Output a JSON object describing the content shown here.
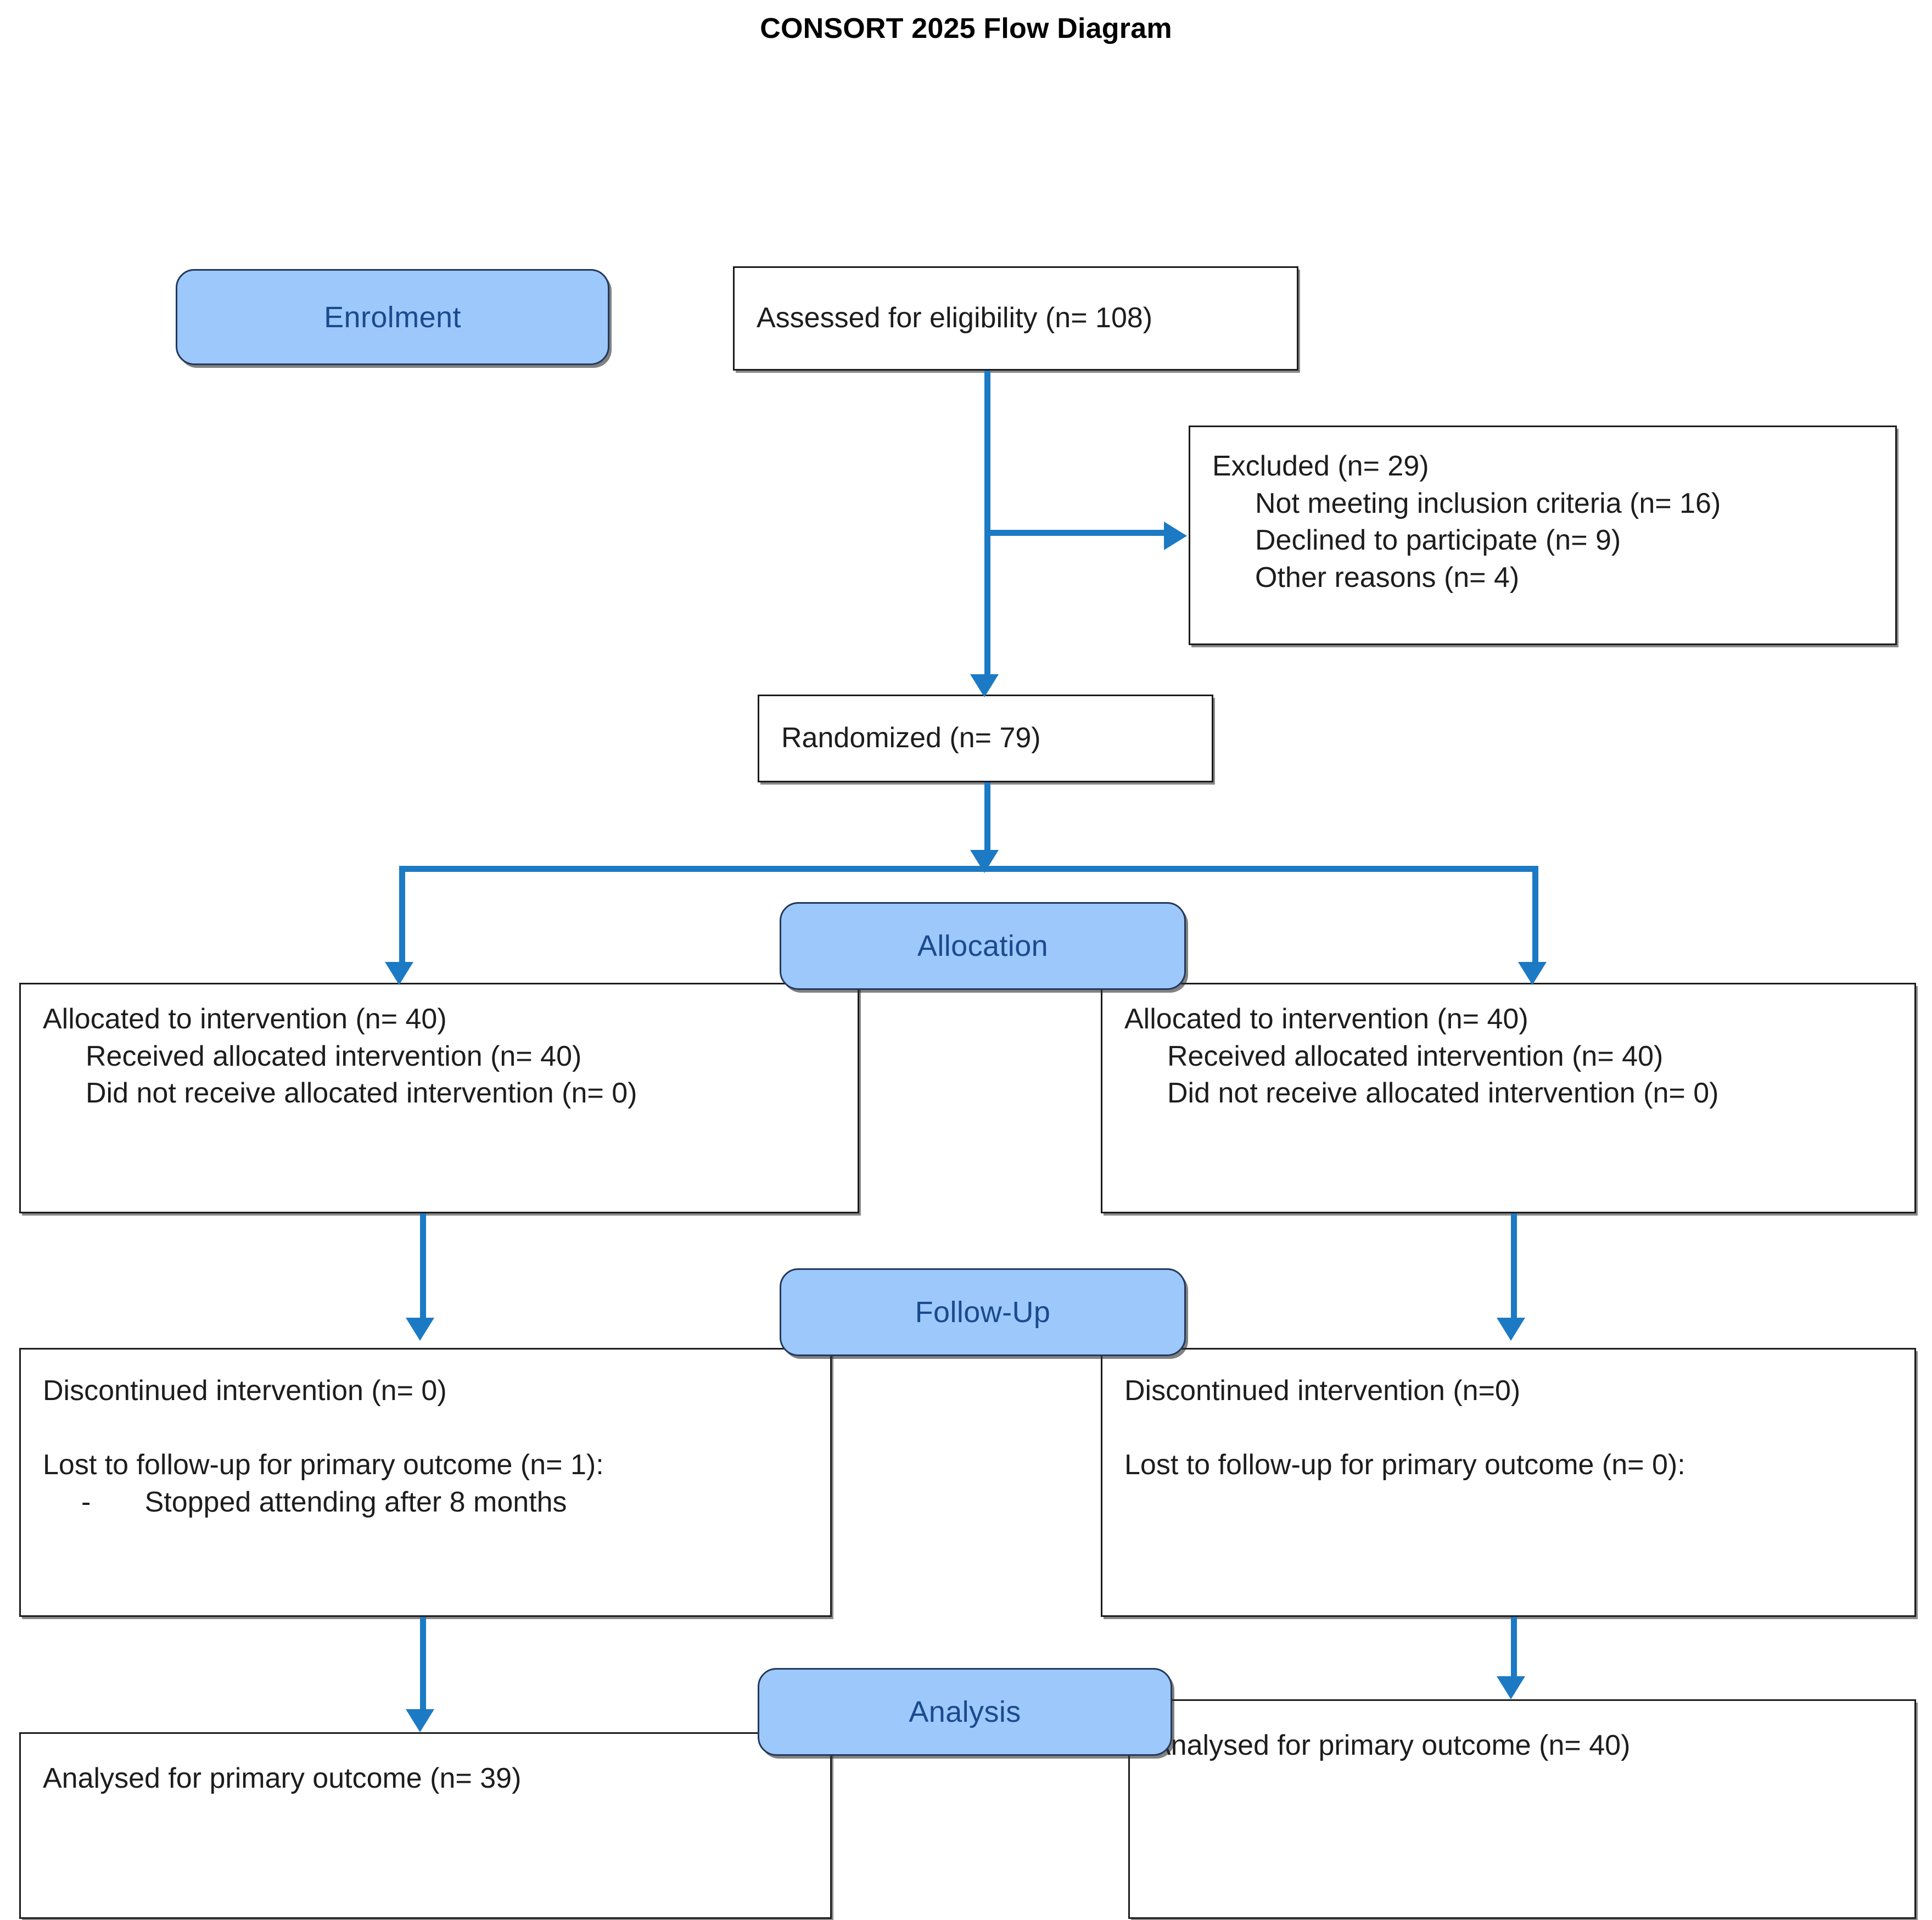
{
  "diagram": {
    "title": "CONSORT 2025 Flow Diagram",
    "accent_blue": "#1c7ac4",
    "badge_fill": "#9dc8fb",
    "badge_text_color": "#1a4a8e",
    "box_border_color": "#1c1c1c"
  },
  "stages": {
    "enrolment": "Enrolment",
    "allocation": "Allocation",
    "follow_up": "Follow-Up",
    "analysis": "Analysis"
  },
  "enrolment": {
    "assessed": "Assessed for eligibility (n= 108)",
    "excluded_heading": "Excluded (n= 29)",
    "excluded_reasons": [
      "Not meeting inclusion criteria (n= 16)",
      "Declined to participate (n= 9)",
      "Other reasons (n= 4)"
    ],
    "randomized": "Randomized (n= 79)"
  },
  "allocation": {
    "left": {
      "heading": "Allocated to intervention (n= 40)",
      "lines": [
        "Received allocated intervention (n= 40)",
        "Did not receive allocated intervention (n= 0)"
      ]
    },
    "right": {
      "heading": "Allocated to intervention (n= 40)",
      "lines": [
        "Received allocated intervention (n= 40)",
        "Did not receive allocated intervention (n= 0)"
      ]
    }
  },
  "follow_up": {
    "left": {
      "discontinued": "Discontinued intervention (n= 0)",
      "lost": "Lost to follow-up for primary outcome (n= 1):",
      "lost_reasons": [
        "-\tStopped attending after 8 months"
      ]
    },
    "right": {
      "discontinued": "Discontinued intervention (n=0)",
      "lost": "Lost to follow-up for primary outcome (n= 0):",
      "lost_reasons": []
    }
  },
  "analysis": {
    "left": "Analysed for primary outcome (n= 39)",
    "right": "Analysed for primary outcome (n= 40)"
  },
  "chart_data": {
    "type": "diagram",
    "title": "CONSORT 2025 Flow Diagram",
    "nodes": [
      {
        "id": "assessed",
        "label": "Assessed for eligibility (n= 108)",
        "n": 108
      },
      {
        "id": "excluded",
        "label": "Excluded (n= 29)",
        "n": 29,
        "children": [
          {
            "label": "Not meeting inclusion criteria (n= 16)",
            "n": 16
          },
          {
            "label": "Declined to participate (n= 9)",
            "n": 9
          },
          {
            "label": "Other reasons (n= 4)",
            "n": 4
          }
        ]
      },
      {
        "id": "randomized",
        "label": "Randomized (n= 79)",
        "n": 79
      },
      {
        "id": "alloc-left",
        "label": "Allocated to intervention (n= 40)",
        "n": 40
      },
      {
        "id": "alloc-right",
        "label": "Allocated to intervention (n= 40)",
        "n": 40
      },
      {
        "id": "followup-left",
        "label": "Lost to follow-up for primary outcome (n= 1)",
        "n": 1
      },
      {
        "id": "followup-right",
        "label": "Lost to follow-up for primary outcome (n= 0)",
        "n": 0
      },
      {
        "id": "analysis-left",
        "label": "Analysed for primary outcome (n= 39)",
        "n": 39
      },
      {
        "id": "analysis-right",
        "label": "Analysed for primary outcome (n= 40)",
        "n": 40
      }
    ],
    "edges": [
      {
        "from": "assessed",
        "to": "excluded"
      },
      {
        "from": "assessed",
        "to": "randomized"
      },
      {
        "from": "randomized",
        "to": "alloc-left"
      },
      {
        "from": "randomized",
        "to": "alloc-right"
      },
      {
        "from": "alloc-left",
        "to": "followup-left"
      },
      {
        "from": "alloc-right",
        "to": "followup-right"
      },
      {
        "from": "followup-left",
        "to": "analysis-left"
      },
      {
        "from": "followup-right",
        "to": "analysis-right"
      }
    ]
  }
}
